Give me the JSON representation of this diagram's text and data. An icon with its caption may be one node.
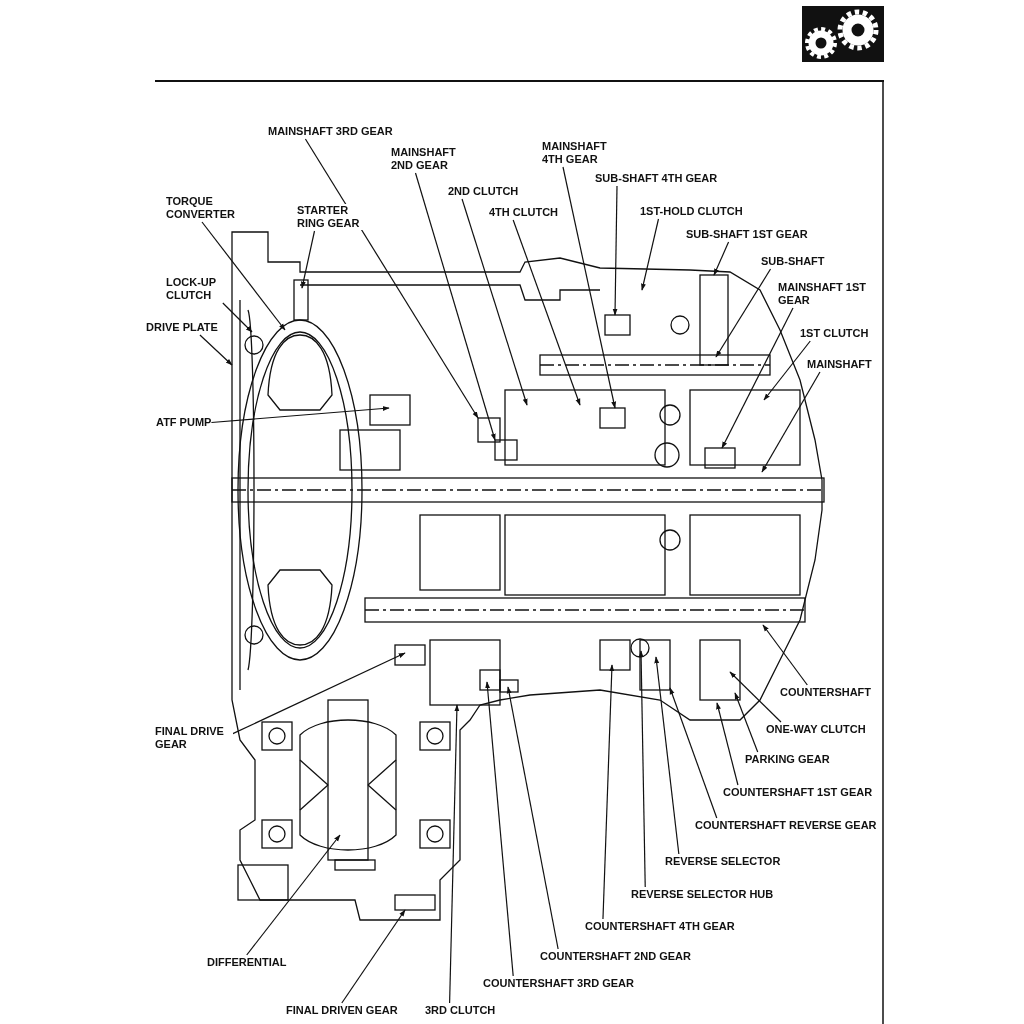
{
  "diagram": {
    "nodes": [
      {
        "text": [
          "MAINSHAFT 3RD GEAR"
        ]
      },
      {
        "text": [
          "MAINSHAFT 2ND GEAR"
        ]
      },
      {
        "text": [
          "2ND CLUTCH"
        ]
      },
      {
        "text": [
          "4TH CLUTCH"
        ]
      },
      {
        "text": [
          "MAINSHAFT 4TH GEAR"
        ]
      },
      {
        "text": [
          "SUB-SHAFT 4TH GEAR"
        ]
      },
      {
        "text": [
          "1ST-HOLD CLUTCH"
        ]
      },
      {
        "text": [
          "SUB-SHAFT 1ST GEAR"
        ]
      },
      {
        "text": [
          "SUB-SHAFT"
        ]
      },
      {
        "text": [
          "MAINSHAFT 1ST GEAR"
        ]
      },
      {
        "text": [
          "1ST CLUTCH"
        ]
      },
      {
        "text": [
          "MAINSHAFT"
        ]
      },
      {
        "text": [
          "TORQUE CONVERTER"
        ]
      },
      {
        "text": [
          "STARTER RING GEAR"
        ]
      },
      {
        "text": [
          "LOCK-UP CLUTCH"
        ]
      },
      {
        "text": [
          "DRIVE PLATE"
        ]
      },
      {
        "text": [
          "ATF PUMP"
        ]
      },
      {
        "text": [
          "FINAL DRIVE GEAR"
        ]
      },
      {
        "text": [
          "COUNTERSHAFT"
        ]
      },
      {
        "text": [
          "ONE-WAY CLUTCH"
        ]
      },
      {
        "text": [
          "PARKING GEAR"
        ]
      },
      {
        "text": [
          "COUNTERSHAFT 1ST GEAR"
        ]
      },
      {
        "text": [
          "COUNTERSHAFT REVERSE GEAR"
        ]
      },
      {
        "text": [
          "REVERSE SELECTOR"
        ]
      },
      {
        "text": [
          "REVERSE SELECTOR HUB"
        ]
      },
      {
        "text": [
          "COUNTERSHAFT 4TH GEAR"
        ]
      },
      {
        "text": [
          "COUNTERSHAFT 2ND GEAR"
        ]
      },
      {
        "text": [
          "COUNTERSHAFT 3RD GEAR"
        ]
      },
      {
        "text": [
          "3RD CLUTCH"
        ]
      },
      {
        "text": [
          "FINAL DRIVEN GEAR"
        ]
      },
      {
        "text": [
          "DIFFERENTIAL"
        ]
      }
    ],
    "edges": [
      {
        "from": 0,
        "to": null,
        "arrow": "to"
      },
      {
        "from": 1,
        "to": null,
        "arrow": "to"
      },
      {
        "from": 2,
        "to": null,
        "arrow": "to"
      },
      {
        "from": 3,
        "to": null,
        "arrow": "to"
      },
      {
        "from": 4,
        "to": null,
        "arrow": "to"
      },
      {
        "from": 5,
        "to": null,
        "arrow": "to"
      },
      {
        "from": 6,
        "to": null,
        "arrow": "to"
      },
      {
        "from": 7,
        "to": null,
        "arrow": "to"
      },
      {
        "from": 8,
        "to": null,
        "arrow": "to"
      },
      {
        "from": 9,
        "to": null,
        "arrow": "to"
      },
      {
        "from": 10,
        "to": null,
        "arrow": "to"
      },
      {
        "from": 11,
        "to": null,
        "arrow": "to"
      },
      {
        "from": 12,
        "to": null,
        "arrow": "to"
      },
      {
        "from": 13,
        "to": null,
        "arrow": "to"
      },
      {
        "from": 14,
        "to": null,
        "arrow": "to"
      },
      {
        "from": 15,
        "to": null,
        "arrow": "to"
      },
      {
        "from": 16,
        "to": null,
        "arrow": "to"
      },
      {
        "from": 17,
        "to": null,
        "arrow": "to"
      },
      {
        "from": 18,
        "to": null,
        "arrow": "to"
      },
      {
        "from": 19,
        "to": null,
        "arrow": "to"
      },
      {
        "from": 20,
        "to": null,
        "arrow": "to"
      },
      {
        "from": 21,
        "to": null,
        "arrow": "to"
      },
      {
        "from": 22,
        "to": null,
        "arrow": "to"
      },
      {
        "from": 23,
        "to": null,
        "arrow": "to"
      },
      {
        "from": 24,
        "to": null,
        "arrow": "to"
      },
      {
        "from": 25,
        "to": null,
        "arrow": "to"
      },
      {
        "from": 26,
        "to": null,
        "arrow": "to"
      },
      {
        "from": 27,
        "to": null,
        "arrow": "to"
      },
      {
        "from": 28,
        "to": null,
        "arrow": "to"
      },
      {
        "from": 29,
        "to": null,
        "arrow": "to"
      },
      {
        "from": 30,
        "to": null,
        "arrow": "to"
      }
    ]
  }
}
